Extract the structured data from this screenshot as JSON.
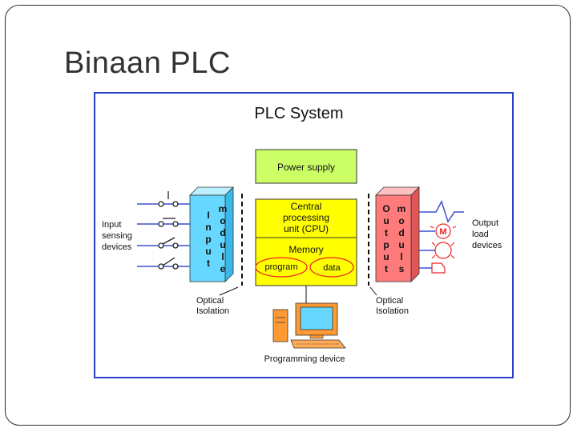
{
  "slide": {
    "title": "Binaan PLC"
  },
  "diagram": {
    "title": "PLC System",
    "power_supply": "Power supply",
    "cpu": [
      "Central",
      "processing",
      "unit (CPU)"
    ],
    "memory": "Memory",
    "program": "program",
    "data": "data",
    "input_module_left": [
      "I",
      "n",
      "p",
      "u",
      "t"
    ],
    "input_module_right": [
      "m",
      "o",
      "d",
      "u",
      "l",
      "e"
    ],
    "output_module_left": [
      "O",
      "u",
      "t",
      "p",
      "u",
      "t"
    ],
    "output_module_right": [
      "m",
      "o",
      "d",
      "u",
      "l",
      "s"
    ],
    "input_label": [
      "Input",
      "sensing",
      "devices"
    ],
    "output_label": [
      "Output",
      "load",
      "devices"
    ],
    "optical_isolation_left": [
      "Optical",
      "Isolation"
    ],
    "optical_isolation_right": [
      "Optical",
      "Isolation"
    ],
    "programming_device": "Programming device",
    "motor_symbol": "M",
    "colors": {
      "frame_blue": "#2b3fc4",
      "yellow": "#ffff00",
      "green": "#ccff66",
      "cyan": "#66d8ff",
      "red": "#ff7a7a",
      "orange": "#ff9933",
      "callout_red": "#ee2222"
    }
  }
}
